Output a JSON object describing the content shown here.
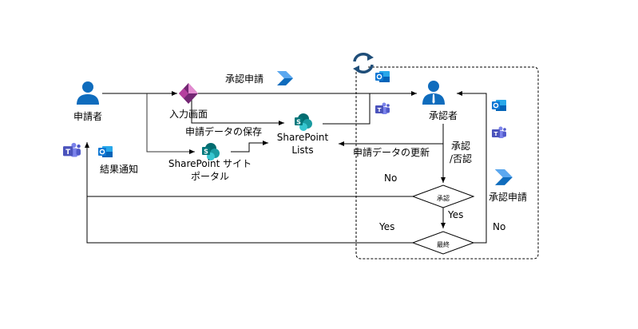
{
  "diagram": {
    "actors": {
      "requester": "申請者",
      "approver": "承認者"
    },
    "nodes": {
      "input_screen": "入力画面",
      "sharepoint_lists_line1": "SharePoint",
      "sharepoint_lists_line2": "Lists",
      "sharepoint_portal_line1": "SharePoint サイト",
      "sharepoint_portal_line2": "ポータル",
      "decision_approve": "承認",
      "decision_final": "最終"
    },
    "edge_labels": {
      "approval_request_top": "承認申請",
      "save_request_data": "申請データの保存",
      "update_request_data": "申請データの更新",
      "approve_reject_line1": "承認",
      "approve_reject_line2": "/否認",
      "result_notification": "結果通知",
      "no_left": "No",
      "yes_approve": "Yes",
      "yes_final": "Yes",
      "no_right": "No",
      "approval_request_right": "承認申請"
    },
    "icons": {
      "requester": "person-icon",
      "approver": "person-tie-icon",
      "power_apps": "power-apps-icon",
      "power_automate": "power-automate-icon",
      "sharepoint": "sharepoint-icon",
      "outlook": "outlook-icon",
      "teams": "teams-icon",
      "loop": "refresh-loop-icon"
    },
    "colors": {
      "line": "#000000",
      "person_blue": "#0F6CBD",
      "power_apps": "#B43F9E",
      "power_automate": "#1E7BE0",
      "sharepoint": "#036C70",
      "outlook": "#0F78D4",
      "teams": "#5B5FC7",
      "loop": "#1F4E79"
    }
  }
}
